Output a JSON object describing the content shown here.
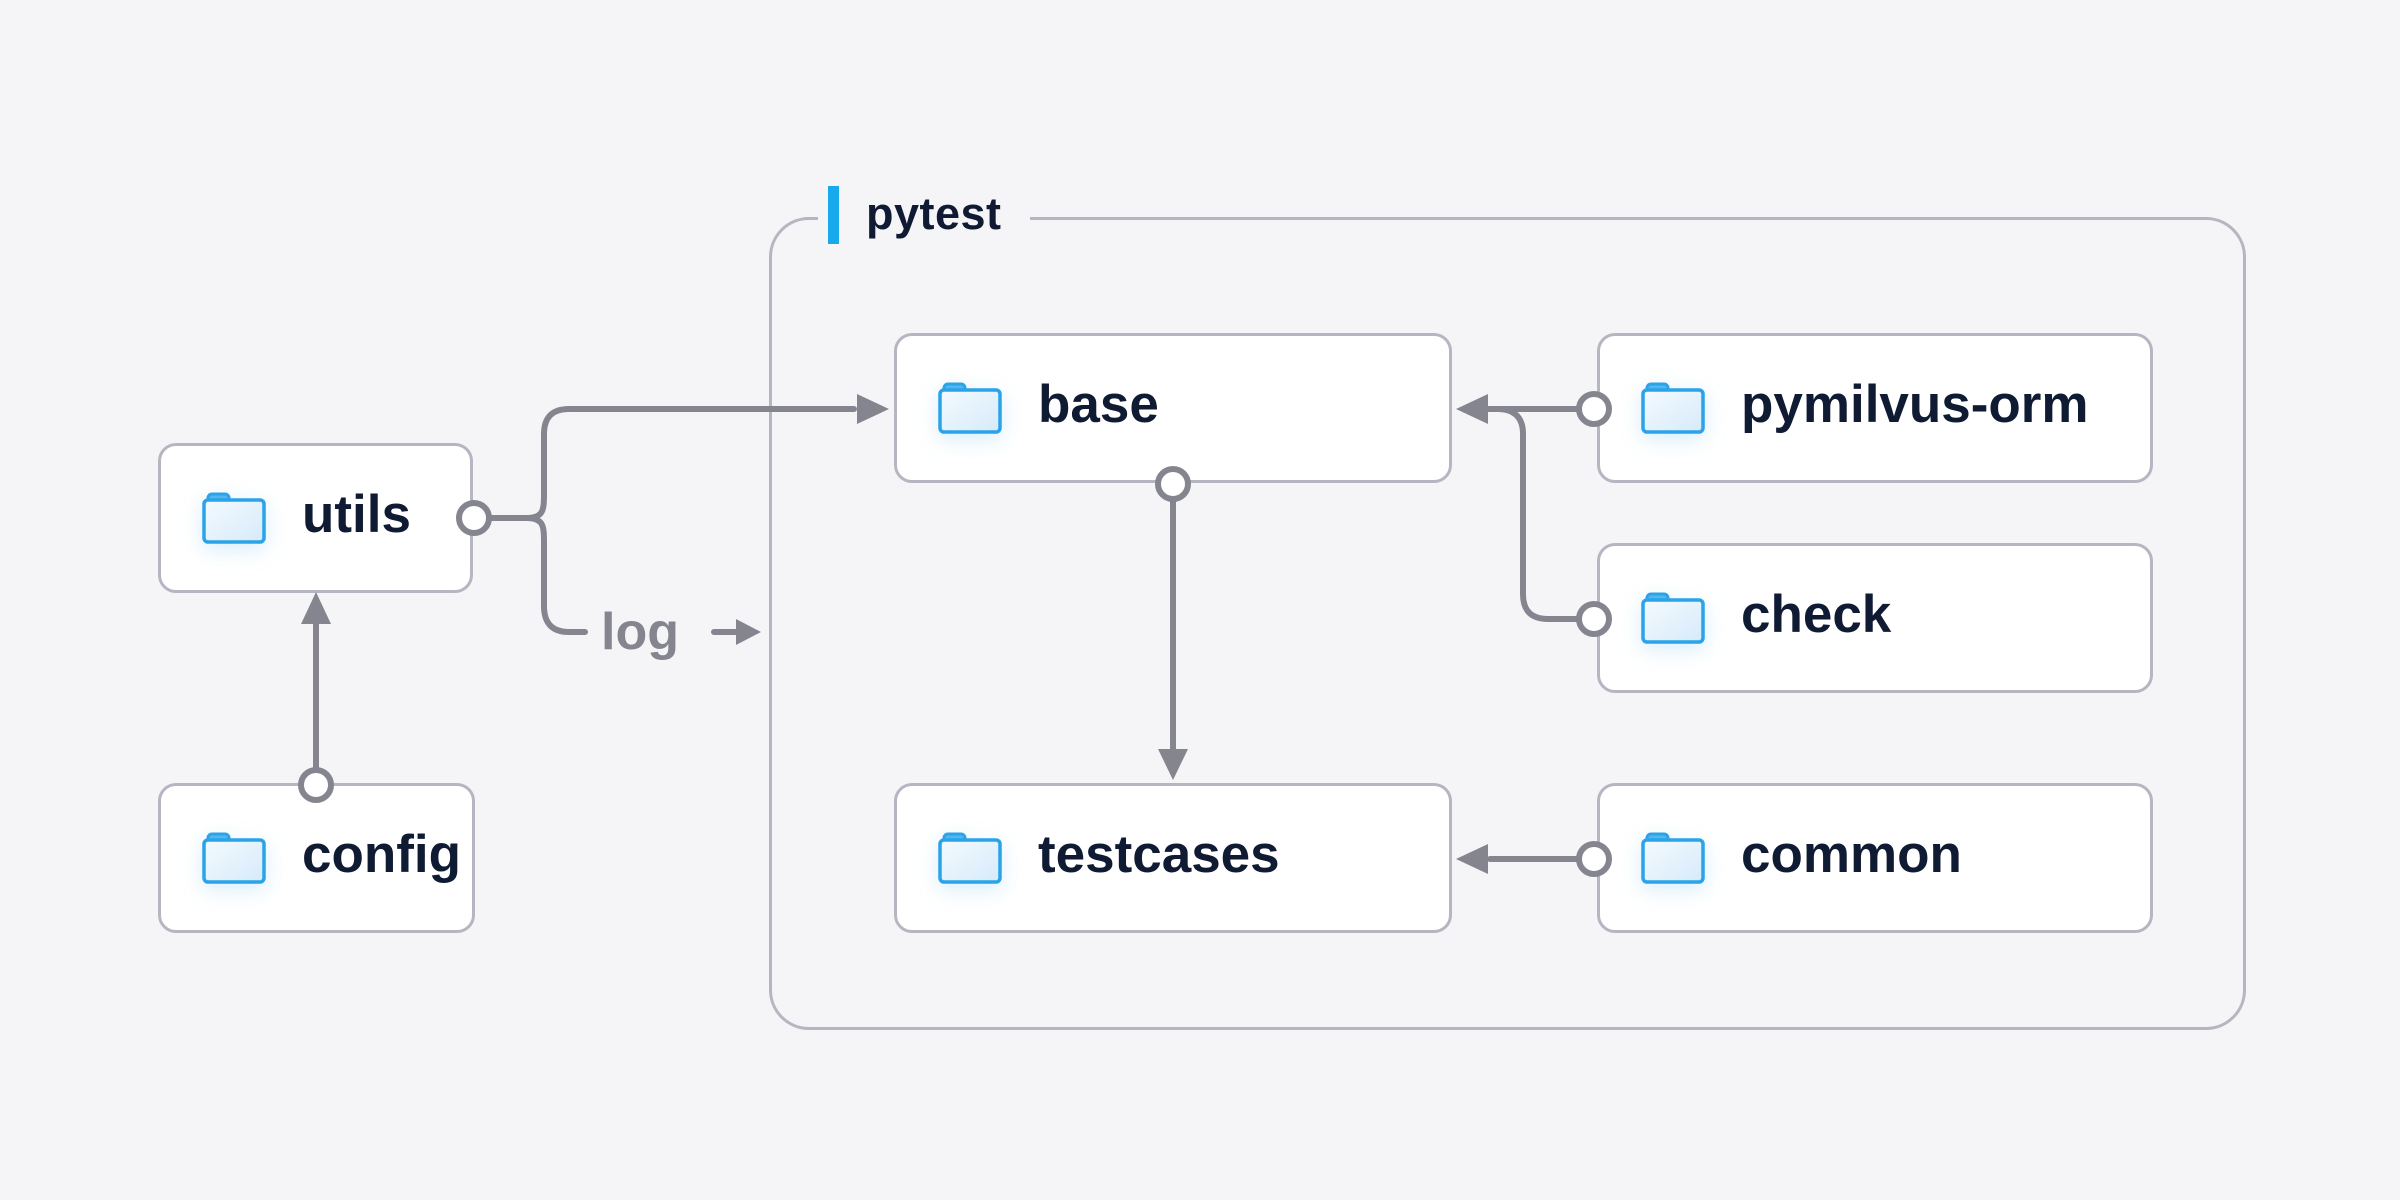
{
  "diagram": {
    "container": {
      "label": "pytest",
      "accent_color": "#16aaed",
      "border_color": "#b5b6c1"
    },
    "nodes": [
      {
        "id": "utils",
        "label": "utils",
        "icon": "folder-icon",
        "inside_pytest": false
      },
      {
        "id": "config",
        "label": "config",
        "icon": "folder-icon",
        "inside_pytest": false
      },
      {
        "id": "base",
        "label": "base",
        "icon": "folder-icon",
        "inside_pytest": true
      },
      {
        "id": "testcases",
        "label": "testcases",
        "icon": "folder-icon",
        "inside_pytest": true
      },
      {
        "id": "pymilvus-orm",
        "label": "pymilvus-orm",
        "icon": "folder-icon",
        "inside_pytest": true
      },
      {
        "id": "check",
        "label": "check",
        "icon": "folder-icon",
        "inside_pytest": true
      },
      {
        "id": "common",
        "label": "common",
        "icon": "folder-icon",
        "inside_pytest": true
      }
    ],
    "edges": [
      {
        "from": "config",
        "to": "utils",
        "style": "circle-start arrow-end"
      },
      {
        "from": "utils",
        "to": "base",
        "style": "circle-start arrow-end"
      },
      {
        "from": "utils",
        "to": "pytest",
        "style": "circle-start arrow-end",
        "label": "log"
      },
      {
        "from": "pymilvus-orm",
        "to": "base",
        "style": "circle-start arrow-end"
      },
      {
        "from": "check",
        "to": "base",
        "style": "circle-start arrow-end"
      },
      {
        "from": "base",
        "to": "testcases",
        "style": "circle-start arrow-end"
      },
      {
        "from": "common",
        "to": "testcases",
        "style": "circle-start arrow-end"
      }
    ],
    "edge_label_log": "log",
    "colors": {
      "page_background": "#f5f5f7",
      "node_background": "#ffffff",
      "node_border": "#b5b6c1",
      "node_text": "#0f1a33",
      "line": "#85858f",
      "folder_blue": "#2aa3e8",
      "folder_fill_light": "#f2f9fe",
      "folder_fill_dark": "#d6eafa",
      "folder_tab": "#56b6ec",
      "accent_blue": "#16aaed"
    }
  }
}
